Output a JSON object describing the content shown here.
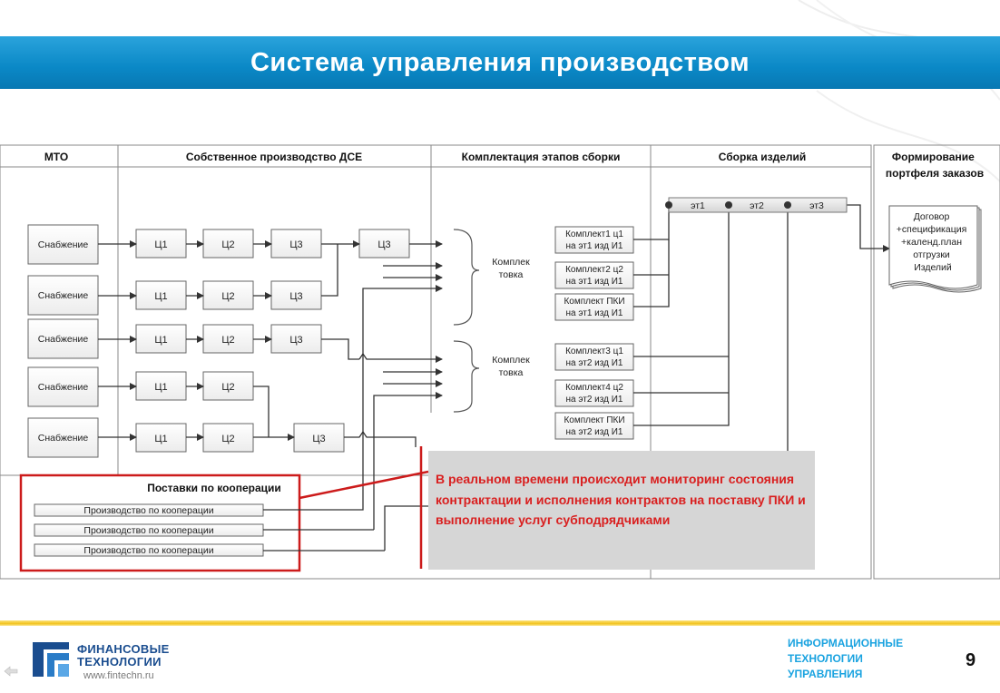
{
  "title": "Система управления производством",
  "columns": {
    "mto": "МТО",
    "own_production": "Собственное производство ДСЕ",
    "kitting": "Комплектация этапов сборки",
    "assembly": "Сборка изделий",
    "portfolio": "Формирование портфеля заказов"
  },
  "supply_label": "Снабжение",
  "workshops": {
    "c1": "Ц1",
    "c2": "Ц2",
    "c3": "Ц3"
  },
  "kitting_labels": [
    "Комплек товка",
    "Комплек товка"
  ],
  "kits": [
    "Комплект1 ц1 на эт1 изд И1",
    "Комплект2 ц2 на эт1 изд И1",
    "Комплект ПКИ на эт1 изд И1",
    "Комплект3 ц1 на эт2 изд И1",
    "Комплект4 ц2 на эт2 изд И1",
    "Комплект ПКИ на эт2 изд И1"
  ],
  "stages": [
    "эт1",
    "эт2",
    "эт3"
  ],
  "document": [
    "Договор",
    "+спецификация",
    "+календ.план",
    "отгрузки",
    "Изделий"
  ],
  "cooperation": {
    "title": "Поставки по кооперации",
    "items": [
      "Производство по кооперации",
      "Производство по кооперации",
      "Производство по кооперации"
    ]
  },
  "callout": "В реальном времени происходит мониторинг состояния контрактации и исполнения контрактов на поставку ПКИ и выполнение услуг субподрядчиками",
  "footer": {
    "company_line1": "ФИНАНСОВЫЕ",
    "company_line2": "ТЕХНОЛОГИИ",
    "url": "www.fintechn.ru",
    "right_line1": "ИНФОРМАЦИОННЫЕ",
    "right_line2": "ТЕХНОЛОГИИ",
    "right_line3": "УПРАВЛЕНИЯ",
    "page": "9"
  },
  "colors": {
    "title_bar": "#0a88c6",
    "callout_red": "#d91f1f",
    "footer_gold": "#f2c21c",
    "brand_blue": "#1a4d8f",
    "footer_text_blue": "#1aa3e0"
  },
  "icons": {
    "back": "back-arrow-icon",
    "logo": "company-logo-icon",
    "document": "document-icon"
  }
}
